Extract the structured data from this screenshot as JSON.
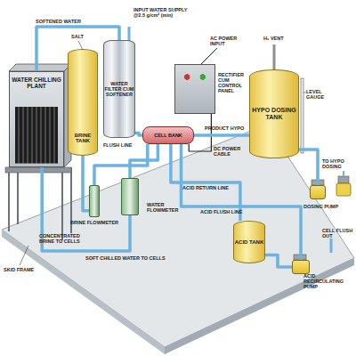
{
  "diagram": {
    "nodes": [
      {
        "text": [
          "WATER CHILLING PLANT"
        ]
      },
      {
        "text": [
          "BRINE TANK"
        ]
      },
      {
        "text": [
          "WATER FILTER CUM SOFTENER"
        ]
      },
      {
        "text": [
          "RECTIFIER CUM CONTROL PANEL"
        ]
      },
      {
        "text": [
          "CELL BANK"
        ]
      },
      {
        "text": [
          "HYPO DOSING TANK"
        ]
      },
      {
        "text": [
          "BRINE FLOWMETER"
        ]
      },
      {
        "text": [
          "WATER FLOWMETER"
        ]
      },
      {
        "text": [
          "ACID TANK"
        ]
      },
      {
        "text": [
          "ACID RECIRCULATING PUMP"
        ]
      },
      {
        "text": [
          "DOSING PUMP"
        ]
      }
    ],
    "edges": [
      {
        "from": 2,
        "to": 0,
        "label": "SOFTENED WATER",
        "arrow": "none"
      },
      {
        "from": 0,
        "to": 7,
        "label": "SOFT CHILLED WATER TO CELLS",
        "arrow": "none"
      },
      {
        "from": 7,
        "to": 4,
        "arrow": "none"
      },
      {
        "from": 1,
        "to": 6,
        "label": "CONCENTRATED BRINE TO CELLS",
        "arrow": "none"
      },
      {
        "from": 6,
        "to": 4,
        "arrow": "none"
      },
      {
        "from": 3,
        "to": 4,
        "label": "DC POWER CABLE",
        "arrow": "none"
      },
      {
        "from": 4,
        "to": 5,
        "label": "PRODUCT HYPO",
        "arrow": "none"
      },
      {
        "from": 4,
        "to": 8,
        "label": "ACID RETURN LINE",
        "arrow": "none"
      },
      {
        "from": 9,
        "to": 4,
        "label": "ACID FLUSH LINE",
        "arrow": "none"
      },
      {
        "from": 8,
        "to": 9,
        "arrow": "none"
      },
      {
        "from": 5,
        "to": 10,
        "arrow": "none"
      },
      {
        "from": 2,
        "to": 4,
        "label": "FLUSH LINE",
        "arrow": "none"
      }
    ],
    "labels": [
      "INPUT WATER SUPPLY @2.5 g/cm² (min)",
      "SALT",
      "AC POWER INPUT",
      "H₂ VENT",
      "LEVEL GAUGE",
      "TO HYPO DOSING",
      "CELL FLUSH OUT",
      "SKID FRAME"
    ]
  }
}
